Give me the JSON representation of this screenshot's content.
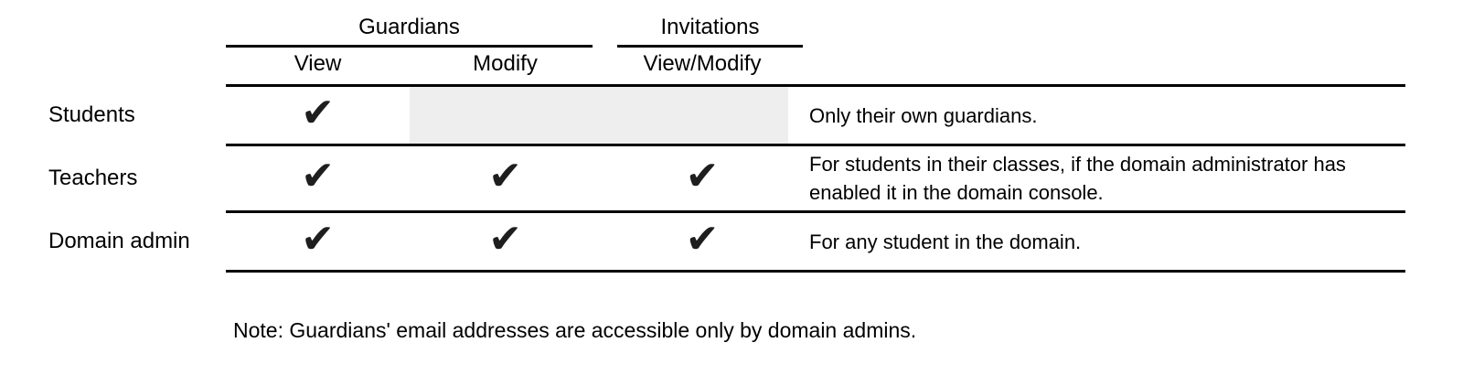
{
  "table": {
    "column_groups": [
      {
        "label": "Guardians"
      },
      {
        "label": "Invitations"
      }
    ],
    "columns": [
      {
        "label": "View",
        "group": "Guardians"
      },
      {
        "label": "Modify",
        "group": "Guardians"
      },
      {
        "label": "View/Modify",
        "group": "Invitations"
      }
    ],
    "rows": [
      {
        "label": "Students",
        "cells": [
          "✔",
          "",
          ""
        ],
        "modify_disabled": true,
        "note": "Only their own guardians."
      },
      {
        "label": "Teachers",
        "cells": [
          "✔",
          "✔",
          "✔"
        ],
        "modify_disabled": false,
        "note": "For students in their classes, if the domain administrator has enabled it in the domain console."
      },
      {
        "label": "Domain admin",
        "cells": [
          "✔",
          "✔",
          "✔"
        ],
        "modify_disabled": false,
        "note": "For any student in the domain."
      }
    ]
  },
  "footnote": "Note: Guardians' email addresses are accessible only by domain admins.",
  "colors": {
    "background": "#ffffff",
    "text": "#000000",
    "rule": "#000000",
    "check": "#1e1e1e",
    "disabled_cell_bg": "#eeeeee"
  }
}
